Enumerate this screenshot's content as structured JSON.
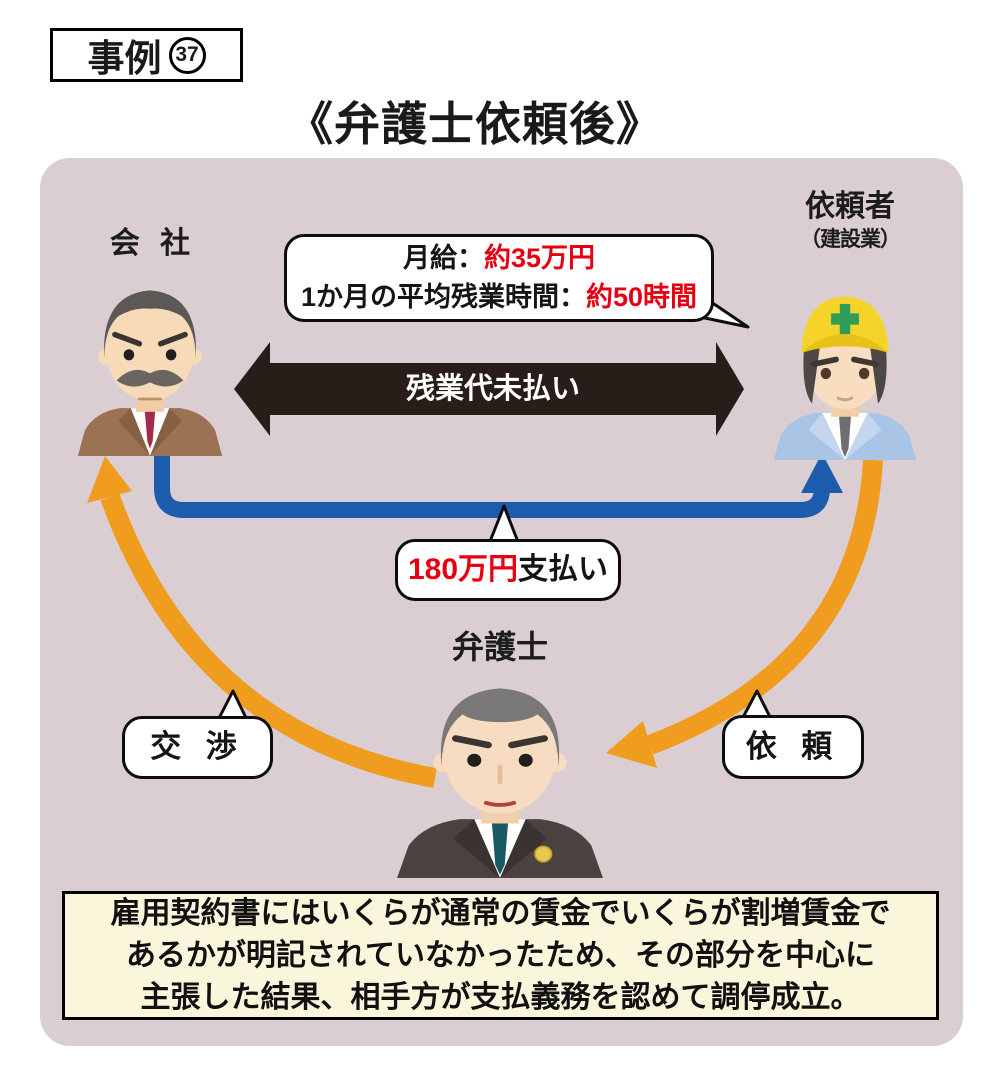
{
  "header": {
    "case_label": "事例",
    "case_number": "37",
    "title": "《弁護士依頼後》"
  },
  "diagram": {
    "company": {
      "label": "会 社"
    },
    "client": {
      "label": "依頼者",
      "sublabel": "（建設業）"
    },
    "lawyer": {
      "label": "弁護士"
    },
    "salary_bubble": {
      "line1_prefix": "月給：",
      "line1_highlight": "約35万円",
      "line2_prefix": "1か月の平均残業時間：",
      "line2_highlight": "約50時間"
    },
    "unpaid_arrow_label": "残業代未払い",
    "payment_bubble": {
      "highlight": "180万円",
      "suffix": "支払い"
    },
    "negotiation_label": "交 渉",
    "request_label": "依 頼",
    "summary_lines": [
      "雇用契約書にはいくらが通常の賃金でいくらが割増賃金で",
      "あるかが明記されていなかったため、その部分を中心に",
      "主張した結果、相手方が支払義務を認めて調停成立。"
    ]
  },
  "colors": {
    "panel_bg": "#dbced3",
    "arrow_black": "#281d18",
    "arrow_blue": "#1d5cad",
    "arrow_orange": "#f09c1e",
    "accent_red": "#e60012",
    "summary_bg": "#faf6dc"
  }
}
